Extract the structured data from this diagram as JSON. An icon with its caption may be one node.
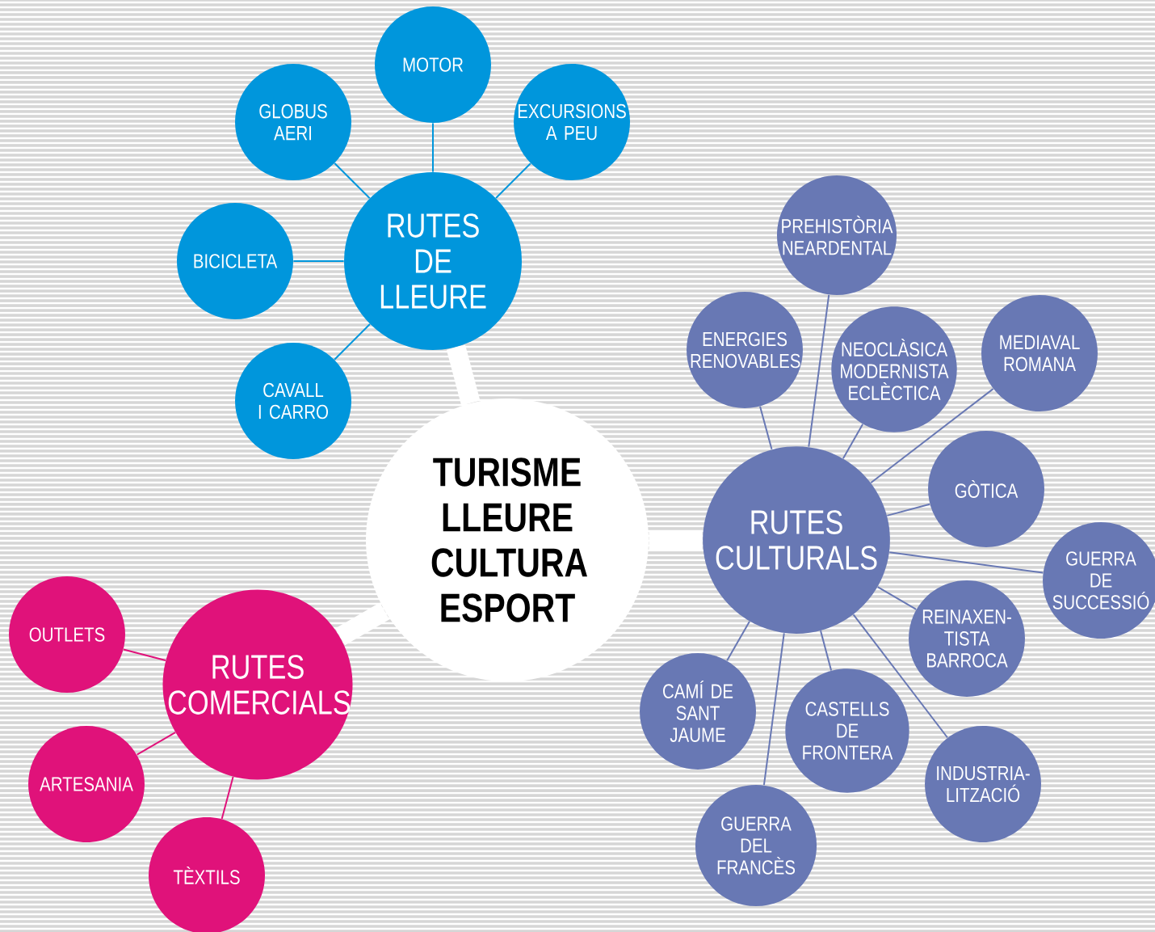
{
  "diagram": {
    "nodes": [
      {
        "text": [
          "TURISME LLEURE CULTURA ESPORT"
        ]
      },
      {
        "text": [
          "RUTES DE LLEURE"
        ]
      },
      {
        "text": [
          "MOTOR"
        ]
      },
      {
        "text": [
          "GLOBUS AERI"
        ]
      },
      {
        "text": [
          "EXCURSIONS A PEU"
        ]
      },
      {
        "text": [
          "BICICLETA"
        ]
      },
      {
        "text": [
          "CAVALL I CARRO"
        ]
      },
      {
        "text": [
          "RUTES CULTURALS"
        ]
      },
      {
        "text": [
          "PREHISTÒRIA NEARDENTAL"
        ]
      },
      {
        "text": [
          "ENERGIES RENOVABLES"
        ]
      },
      {
        "text": [
          "NEOCLÀSICA MODERNISTA ECLÈCTICA"
        ]
      },
      {
        "text": [
          "MEDIAVAL ROMANA"
        ]
      },
      {
        "text": [
          "GÒTICA"
        ]
      },
      {
        "text": [
          "GUERRA DE SUCCESSIÓ"
        ]
      },
      {
        "text": [
          "REINAXEN-TISTA BARROCA"
        ]
      },
      {
        "text": [
          "CAMÍ DE SANT JAUME"
        ]
      },
      {
        "text": [
          "CASTELLS DE FRONTERA"
        ]
      },
      {
        "text": [
          "INDUSTRIA-LITZACIÓ"
        ]
      },
      {
        "text": [
          "GUERRA DEL FRANCÈS"
        ]
      },
      {
        "text": [
          "RUTES COMERCIALS"
        ]
      },
      {
        "text": [
          "OUTLETS"
        ]
      },
      {
        "text": [
          "ARTESANIA"
        ]
      },
      {
        "text": [
          "TÈXTILS"
        ]
      }
    ],
    "edges": [
      {
        "from": 0,
        "to": 1,
        "arrow": "none",
        "style": "thick",
        "color": "#ffffff"
      },
      {
        "from": 0,
        "to": 7,
        "arrow": "none",
        "style": "thick",
        "color": "#ffffff"
      },
      {
        "from": 0,
        "to": 19,
        "arrow": "none",
        "style": "thick",
        "color": "#ffffff"
      },
      {
        "from": 1,
        "to": 2,
        "arrow": "none",
        "color": "#0096dc"
      },
      {
        "from": 1,
        "to": 3,
        "arrow": "none",
        "color": "#0096dc"
      },
      {
        "from": 1,
        "to": 4,
        "arrow": "none",
        "color": "#0096dc"
      },
      {
        "from": 1,
        "to": 5,
        "arrow": "none",
        "color": "#0096dc"
      },
      {
        "from": 1,
        "to": 6,
        "arrow": "none",
        "color": "#0096dc"
      },
      {
        "from": 7,
        "to": 8,
        "arrow": "none",
        "color": "#6878b4"
      },
      {
        "from": 7,
        "to": 9,
        "arrow": "none",
        "color": "#6878b4"
      },
      {
        "from": 7,
        "to": 10,
        "arrow": "none",
        "color": "#6878b4"
      },
      {
        "from": 7,
        "to": 11,
        "arrow": "none",
        "color": "#6878b4"
      },
      {
        "from": 7,
        "to": 12,
        "arrow": "none",
        "color": "#6878b4"
      },
      {
        "from": 7,
        "to": 13,
        "arrow": "none",
        "color": "#6878b4"
      },
      {
        "from": 7,
        "to": 14,
        "arrow": "none",
        "color": "#6878b4"
      },
      {
        "from": 7,
        "to": 15,
        "arrow": "none",
        "color": "#6878b4"
      },
      {
        "from": 7,
        "to": 16,
        "arrow": "none",
        "color": "#6878b4"
      },
      {
        "from": 7,
        "to": 17,
        "arrow": "none",
        "color": "#6878b4"
      },
      {
        "from": 7,
        "to": 18,
        "arrow": "none",
        "color": "#6878b4"
      },
      {
        "from": 19,
        "to": 20,
        "arrow": "none",
        "color": "#e0127a"
      },
      {
        "from": 19,
        "to": 21,
        "arrow": "none",
        "color": "#e0127a"
      },
      {
        "from": 19,
        "to": 22,
        "arrow": "none",
        "color": "#e0127a"
      }
    ]
  }
}
